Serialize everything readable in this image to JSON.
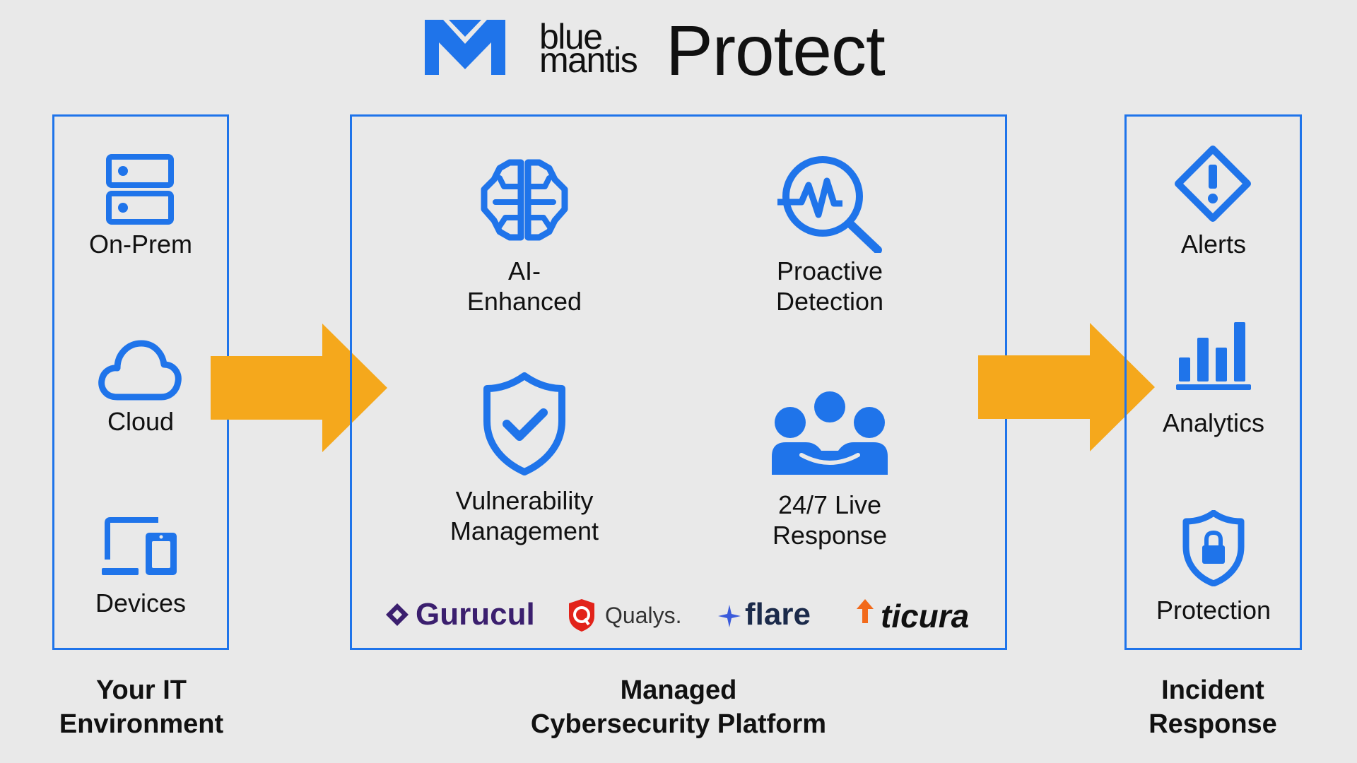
{
  "header": {
    "brand_line1": "blue",
    "brand_line2": "mantis",
    "title": "Protect"
  },
  "columns": {
    "left": {
      "items": [
        {
          "label": "On-Prem",
          "icon": "server-icon"
        },
        {
          "label": "Cloud",
          "icon": "cloud-icon"
        },
        {
          "label": "Devices",
          "icon": "devices-icon"
        }
      ],
      "caption_line1": "Your IT",
      "caption_line2": "Environment"
    },
    "middle": {
      "items": [
        {
          "label_line1": "AI-",
          "label_line2": "Enhanced",
          "icon": "brain-icon"
        },
        {
          "label_line1": "Proactive",
          "label_line2": "Detection",
          "icon": "search-pulse-icon"
        },
        {
          "label_line1": "Vulnerability",
          "label_line2": "Management",
          "icon": "shield-check-icon"
        },
        {
          "label_line1": "24/7 Live",
          "label_line2": "Response",
          "icon": "team-icon"
        }
      ],
      "partners": [
        "Gurucul",
        "Qualys.",
        "flare",
        "ticura"
      ],
      "caption_line1": "Managed",
      "caption_line2": "Cybersecurity Platform"
    },
    "right": {
      "items": [
        {
          "label": "Alerts",
          "icon": "alert-diamond-icon"
        },
        {
          "label": "Analytics",
          "icon": "bar-chart-icon"
        },
        {
          "label": "Protection",
          "icon": "shield-lock-icon"
        }
      ],
      "caption_line1": "Incident",
      "caption_line2": "Response"
    }
  },
  "colors": {
    "accent_blue": "#1f74ea",
    "arrow_orange": "#f5a81c",
    "background": "#e9e9e9",
    "gurucul_purple": "#3b1f6e",
    "qualys_red": "#e2231a"
  }
}
